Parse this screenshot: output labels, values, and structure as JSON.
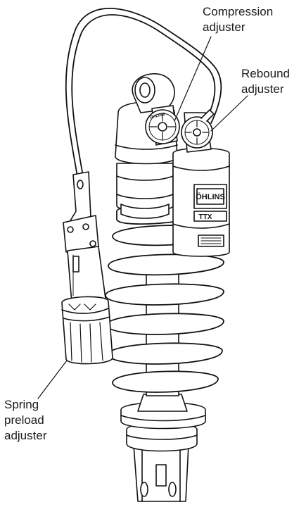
{
  "labels": {
    "compression": "Compression\nadjuster",
    "rebound": "Rebound\nadjuster",
    "spring_preload": "Spring\npreload\nadjuster"
  },
  "markings": {
    "brand": "ÖHLINS",
    "model": "TTX",
    "body_brand": "ÖHLINS"
  },
  "colors": {
    "outline": "#111111",
    "fill": "#ffffff",
    "shade": "#d0d0d0"
  }
}
